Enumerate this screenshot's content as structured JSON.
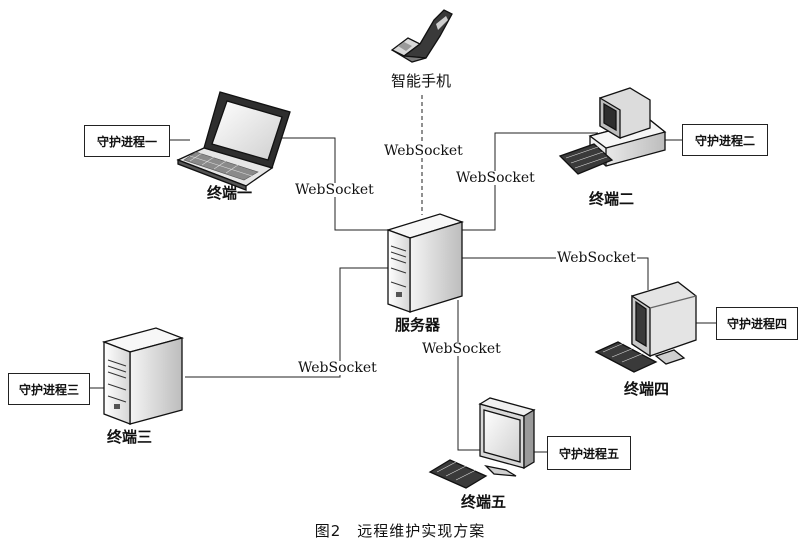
{
  "caption": "图2　远程维护实现方案",
  "connection_label": "WebSocket",
  "devices": {
    "phone": "智能手机",
    "server": "服务器",
    "terminal1": "终端一",
    "terminal2": "终端二",
    "terminal3": "终端三",
    "terminal4": "终端四",
    "terminal5": "终端五"
  },
  "daemons": {
    "d1": "守护进程一",
    "d2": "守护进程二",
    "d3": "守护进程三",
    "d4": "守护进程四",
    "d5": "守护进程五"
  },
  "icons": {
    "phone": "flip-phone-icon",
    "server": "tower-server-icon",
    "terminal1": "laptop-icon",
    "terminal2": "desktop-pc-icon",
    "terminal3": "tower-server-icon",
    "terminal4": "monitor-keyboard-icon",
    "terminal5": "monitor-keyboard-icon"
  }
}
